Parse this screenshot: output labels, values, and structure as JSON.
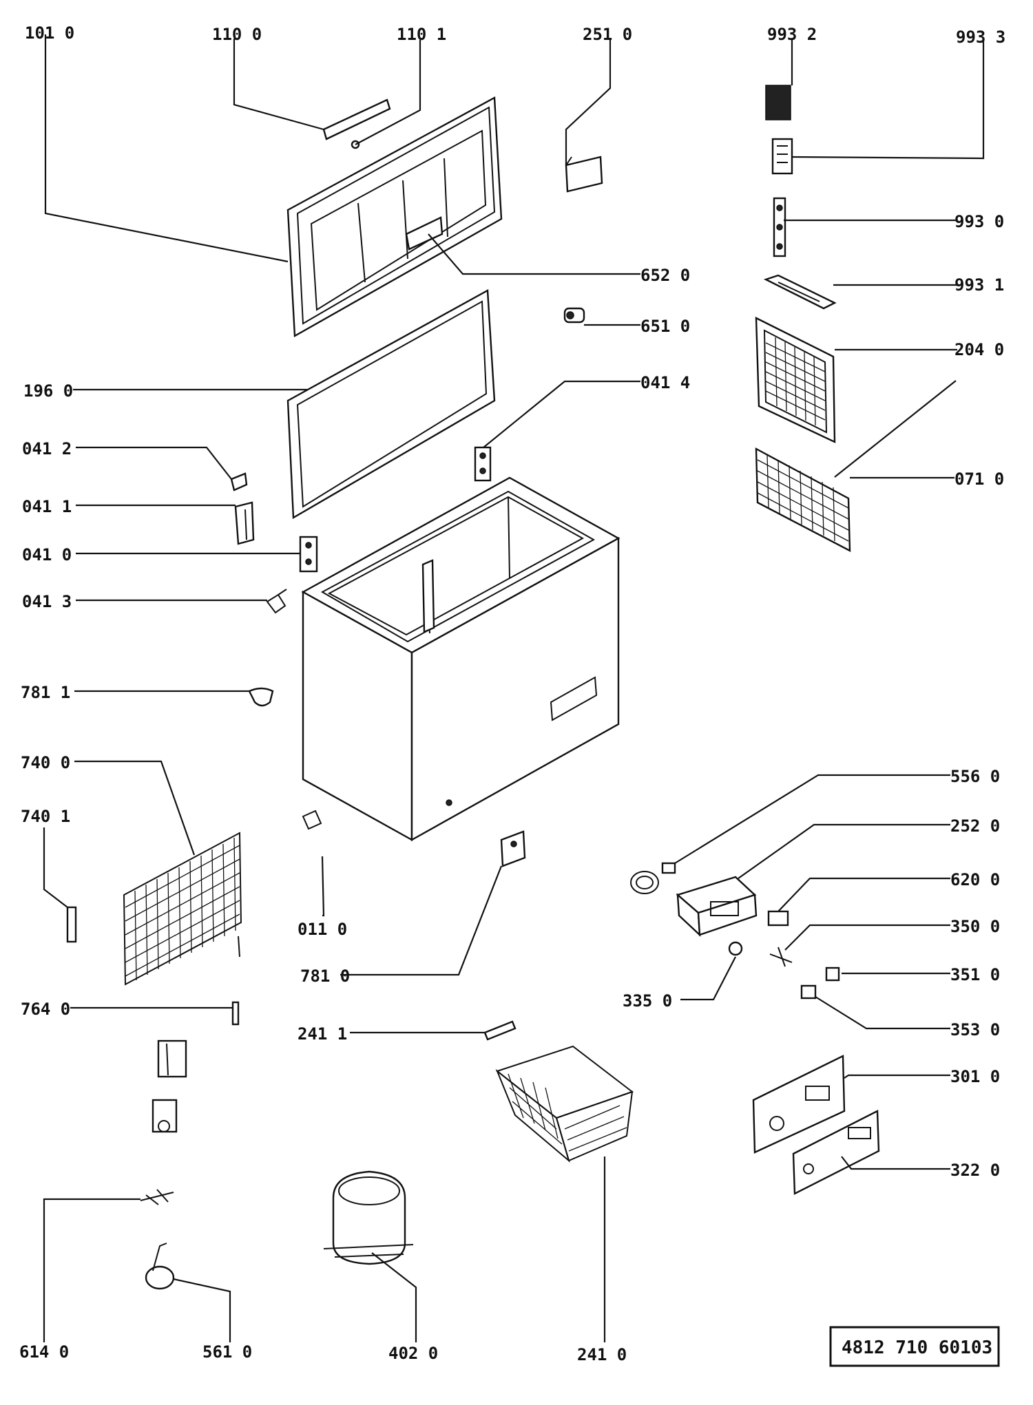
{
  "callouts": {
    "c1010": "101 0",
    "c1100": "110 0",
    "c1101": "110 1",
    "c2510": "251 0",
    "c9932": "993 2",
    "c9933": "993 3",
    "c9930": "993 0",
    "c9931": "993 1",
    "c6520": "652 0",
    "c6510": "651 0",
    "c2040": "204 0",
    "c0414": "041 4",
    "c1960": "196 0",
    "c0412": "041 2",
    "c0411": "041 1",
    "c0410": "041 0",
    "c0413": "041 3",
    "c0710": "071 0",
    "c7811": "781 1",
    "c7400": "740 0",
    "c7401": "740 1",
    "c5560": "556 0",
    "c2520": "252 0",
    "c6200": "620 0",
    "c0110": "011 0",
    "c3500": "350 0",
    "c7810": "781 0",
    "c3510": "351 0",
    "c3350": "335 0",
    "c3530": "353 0",
    "c7640": "764 0",
    "c2411": "241 1",
    "c3010": "301 0",
    "c3220": "322 0",
    "c6140": "614 0",
    "c5610": "561 0",
    "c4020": "402 0",
    "c2410": "241 0"
  },
  "reference_number": "4812 710 60103"
}
